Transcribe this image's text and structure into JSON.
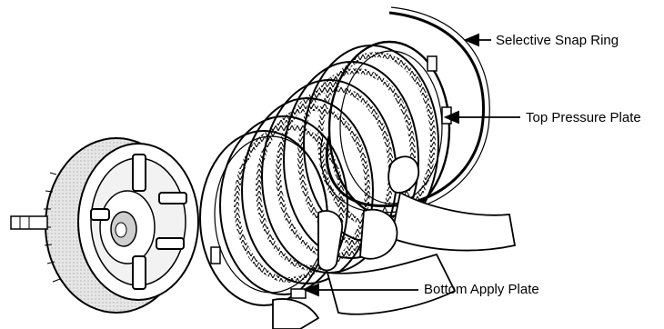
{
  "callouts": {
    "snap_ring": "Selective Snap Ring",
    "top_pressure_plate": "Top Pressure Plate",
    "bottom_apply_plate": "Bottom Apply Plate"
  },
  "colors": {
    "ink": "#000000",
    "paper": "#ffffff",
    "shade": "#d9d9d9"
  }
}
